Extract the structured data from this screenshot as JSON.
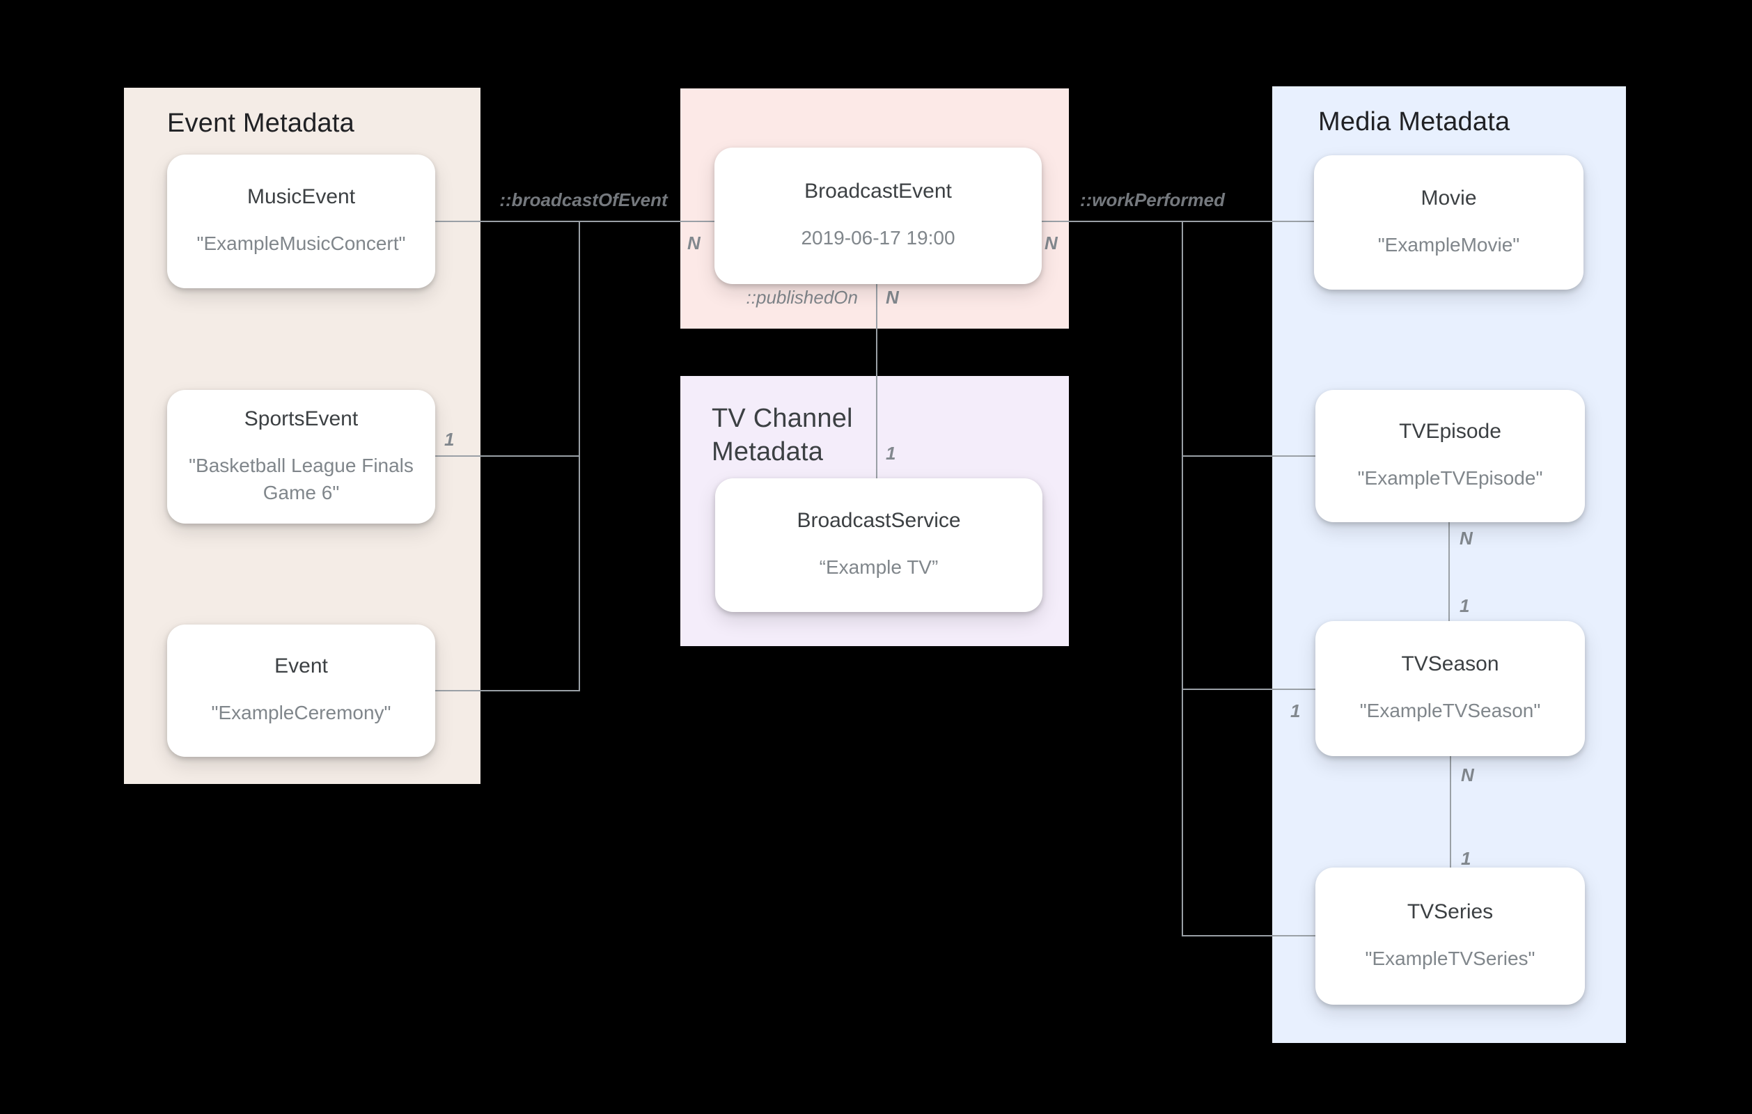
{
  "colors": {
    "background": "#000000",
    "event_panel": "#F4ECE6",
    "broadcast_panel": "#FCE9E7",
    "tv_channel_panel": "#F4EDFA",
    "media_panel": "#E8F0FE",
    "card_fill": "#FFFFFF",
    "connector_line": "#9AA0A6",
    "panel_title_text": "#202124",
    "card_title_text": "#3C4043",
    "card_subtitle_text": "#80868B",
    "relationship_label_text": "#75797E"
  },
  "panels": {
    "event": {
      "title": "Event Metadata"
    },
    "tv_channel": {
      "title": "TV Channel Metadata"
    },
    "media": {
      "title": "Media Metadata"
    }
  },
  "nodes": {
    "music_event": {
      "title": "MusicEvent",
      "subtitle": "\"ExampleMusicConcert\""
    },
    "sports_event": {
      "title": "SportsEvent",
      "subtitle": "\"Basketball League Finals Game 6\""
    },
    "event": {
      "title": "Event",
      "subtitle": "\"ExampleCeremony\""
    },
    "broadcast_event": {
      "title": "BroadcastEvent",
      "subtitle": "2019-06-17 19:00"
    },
    "broadcast_service": {
      "title": "BroadcastService",
      "subtitle": "“Example TV”"
    },
    "movie": {
      "title": "Movie",
      "subtitle": "\"ExampleMovie\""
    },
    "tv_episode": {
      "title": "TVEpisode",
      "subtitle": "\"ExampleTVEpisode\""
    },
    "tv_season": {
      "title": "TVSeason",
      "subtitle": "\"ExampleTVSeason\""
    },
    "tv_series": {
      "title": "TVSeries",
      "subtitle": "\"ExampleTVSeries\""
    }
  },
  "relationships": {
    "broadcast_of_event": "::broadcastOfEvent",
    "work_performed": "::workPerformed",
    "published_on": "::publishedOn"
  },
  "cardinalities": {
    "broadcast_of_event_n": "N",
    "sports_event_1": "1",
    "work_performed_n": "N",
    "published_on_n": "N",
    "published_on_1": "1",
    "tv_episode_season_n": "N",
    "tv_episode_season_1": "1",
    "tv_season_branch_1": "1",
    "tv_season_series_n": "N",
    "tv_season_series_1": "1"
  }
}
